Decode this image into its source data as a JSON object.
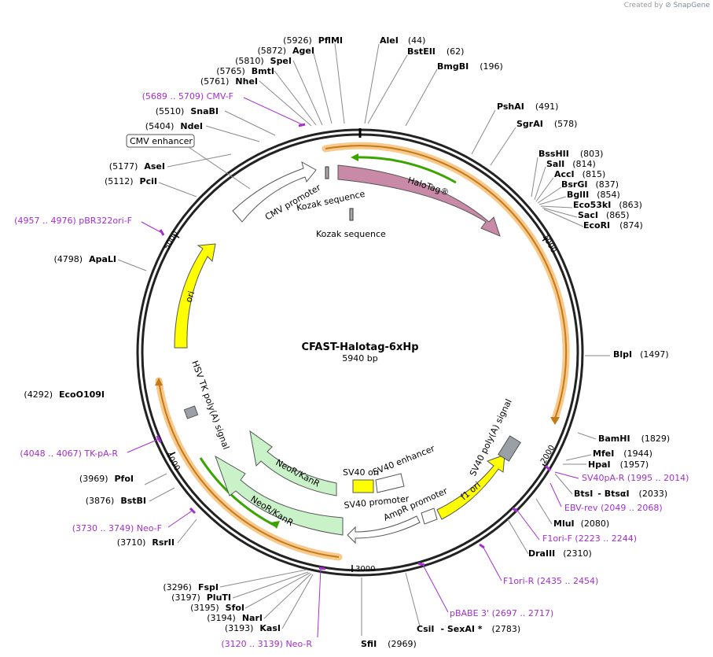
{
  "credit": {
    "prefix": "Created by",
    "brand": "SnapGene"
  },
  "plasmid": {
    "name": "CFAST-Halotag-6xHp",
    "length_label": "5940 bp",
    "length": 5940
  },
  "ticks": [
    "1000",
    "2000",
    "3000",
    "4000",
    "5000"
  ],
  "enzymes": [
    {
      "name": "PflMI",
      "pos": "(5926)"
    },
    {
      "name": "AgeI",
      "pos": "(5872)"
    },
    {
      "name": "SpeI",
      "pos": "(5810)"
    },
    {
      "name": "BmtI",
      "pos": "(5765)"
    },
    {
      "name": "NheI",
      "pos": "(5761)"
    },
    {
      "name": "SnaBI",
      "pos": "(5510)"
    },
    {
      "name": "NdeI",
      "pos": "(5404)"
    },
    {
      "name": "AseI",
      "pos": "(5177)"
    },
    {
      "name": "PciI",
      "pos": "(5112)"
    },
    {
      "name": "ApaLI",
      "pos": "(4798)"
    },
    {
      "name": "EcoO109I",
      "pos": "(4292)"
    },
    {
      "name": "PfoI",
      "pos": "(3969)"
    },
    {
      "name": "BstBI",
      "pos": "(3876)"
    },
    {
      "name": "RsrII",
      "pos": "(3710)"
    },
    {
      "name": "FspI",
      "pos": "(3296)"
    },
    {
      "name": "PluTI",
      "pos": "(3197)"
    },
    {
      "name": "SfoI",
      "pos": "(3195)"
    },
    {
      "name": "NarI",
      "pos": "(3194)"
    },
    {
      "name": "KasI",
      "pos": "(3193)"
    },
    {
      "name": "AleI",
      "pos": "(44)"
    },
    {
      "name": "BstEII",
      "pos": "(62)"
    },
    {
      "name": "BmgBI",
      "pos": "(196)"
    },
    {
      "name": "PshAI",
      "pos": "(491)"
    },
    {
      "name": "SgrAI",
      "pos": "(578)"
    },
    {
      "name": "BssHII",
      "pos": "(803)"
    },
    {
      "name": "SalI",
      "pos": "(814)"
    },
    {
      "name": "AccI",
      "pos": "(815)"
    },
    {
      "name": "BsrGI",
      "pos": "(837)"
    },
    {
      "name": "BglII",
      "pos": "(854)"
    },
    {
      "name": "Eco53kI",
      "pos": "(863)"
    },
    {
      "name": "SacI",
      "pos": "(865)"
    },
    {
      "name": "EcoRI",
      "pos": "(874)"
    },
    {
      "name": "BlpI",
      "pos": "(1497)"
    },
    {
      "name": "BamHI",
      "pos": "(1829)"
    },
    {
      "name": "MfeI",
      "pos": "(1944)"
    },
    {
      "name": "HpaI",
      "pos": "(1957)"
    },
    {
      "name": "BtsI",
      "pos": ""
    },
    {
      "name": "- BtsαI",
      "pos": "(2033)"
    },
    {
      "name": "MluI",
      "pos": "(2080)"
    },
    {
      "name": "DraIII",
      "pos": "(2310)"
    },
    {
      "name": "CsiI",
      "pos": ""
    },
    {
      "name": "- SexAI *",
      "pos": "(2783)"
    },
    {
      "name": "SfiI",
      "pos": "(2969)"
    }
  ],
  "primers": [
    {
      "label": "(5689 .. 5709)  CMV-F"
    },
    {
      "label": "(4957 .. 4976)  pBR322ori-F"
    },
    {
      "label": "(4048 .. 4067)  TK-pA-R"
    },
    {
      "label": "(3730 .. 3749)  Neo-F"
    },
    {
      "label": "(3120 .. 3139)  Neo-R"
    },
    {
      "label": "SV40pA-R    (1995 .. 2014)"
    },
    {
      "label": "EBV-rev    (2049 .. 2068)"
    },
    {
      "label": "F1ori-F    (2223 .. 2244)"
    },
    {
      "label": "F1ori-R    (2435 .. 2454)"
    },
    {
      "label": "pBABE 3'    (2697 .. 2717)"
    }
  ],
  "features": {
    "halotag": "HaloTag®",
    "kozak_1": "Kozak sequence",
    "kozak_2": "Kozak sequence",
    "cmv_promoter": "CMV promoter",
    "cmv_enhancer": "CMV enhancer",
    "ori": "ori",
    "hsv_tk": "HSV TK poly(A) signal",
    "neokanr_1": "NeoR/KanR",
    "neokanr_2": "NeoR/KanR",
    "sv40_ori": "SV40 ori",
    "sv40_enhancer": "SV40 enhancer",
    "sv40_promoter": "SV40 promoter",
    "ampr_promoter": "AmpR promoter",
    "f1_ori": "f1 ori",
    "sv40_polya": "SV40 poly(A) signal"
  },
  "colors": {
    "halotag": "#c98aa8",
    "yellow": "#ffff00",
    "green_light": "#c9f2c9",
    "orange_glow": "#f8c98a",
    "green_strand": "#3aa500",
    "primer": "#a22fd0",
    "gray": "#9aa0a6"
  }
}
